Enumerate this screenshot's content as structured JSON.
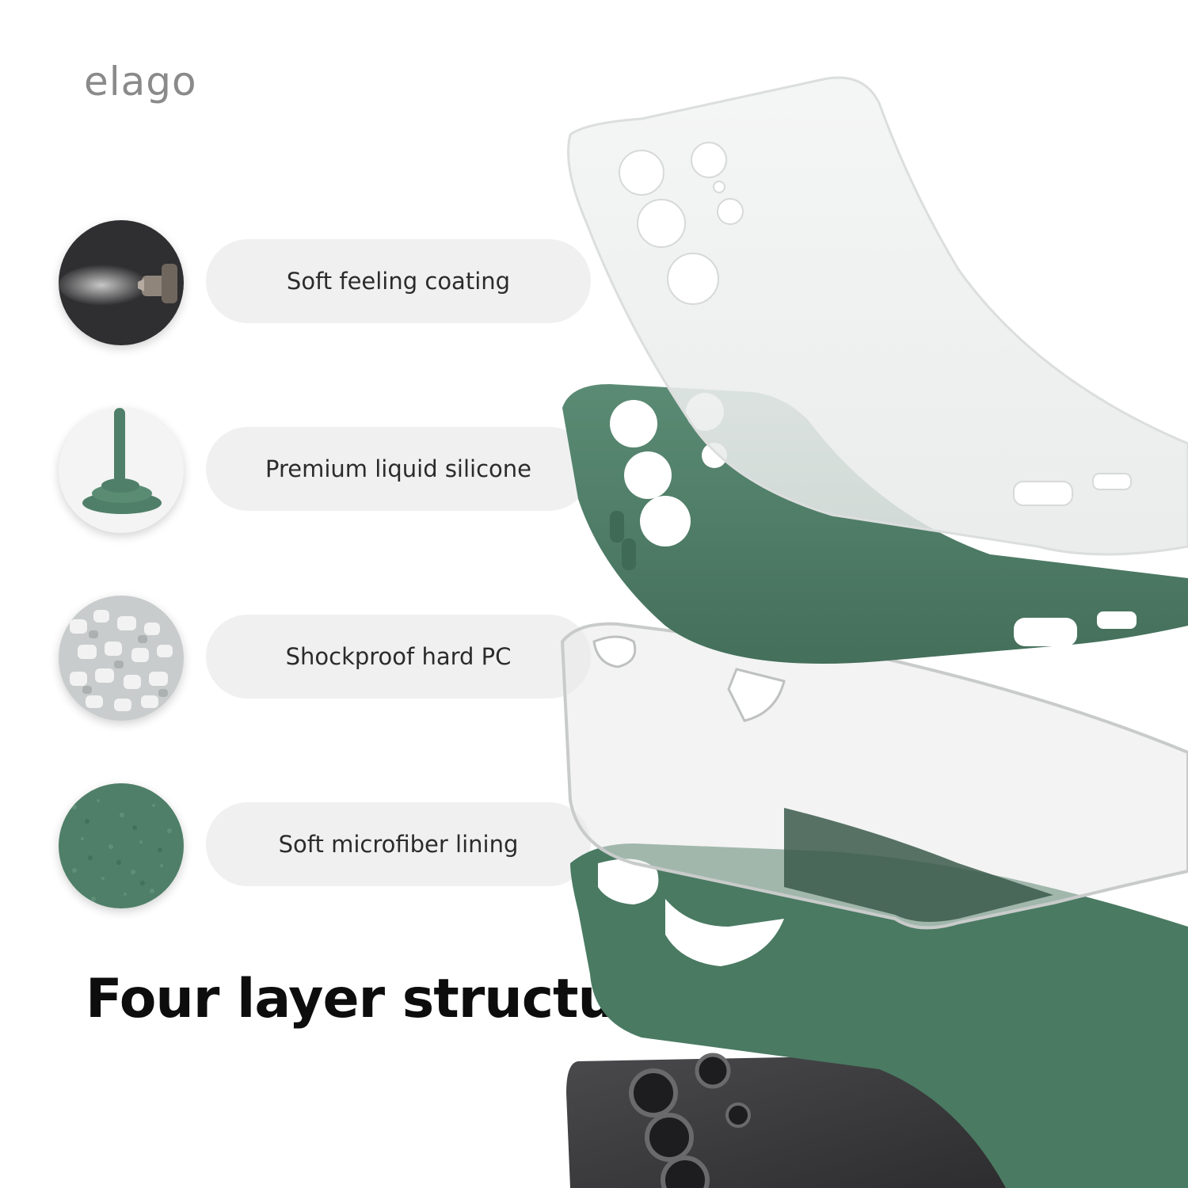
{
  "brand": {
    "logo_text": "elago"
  },
  "layers": [
    {
      "label": "Soft feeling coating",
      "icon": "spray-coating-icon"
    },
    {
      "label": "Premium liquid silicone",
      "icon": "liquid-silicone-icon"
    },
    {
      "label": "Shockproof hard PC",
      "icon": "pc-pellets-icon"
    },
    {
      "label": "Soft microfiber lining",
      "icon": "microfiber-icon"
    }
  ],
  "headline": "Four layer structure",
  "colors": {
    "accent_green": "#4f7f68",
    "pill_bg": "#f0f0f1",
    "text_dark": "#2b2b2b",
    "logo_gray": "#8a8a8a"
  }
}
